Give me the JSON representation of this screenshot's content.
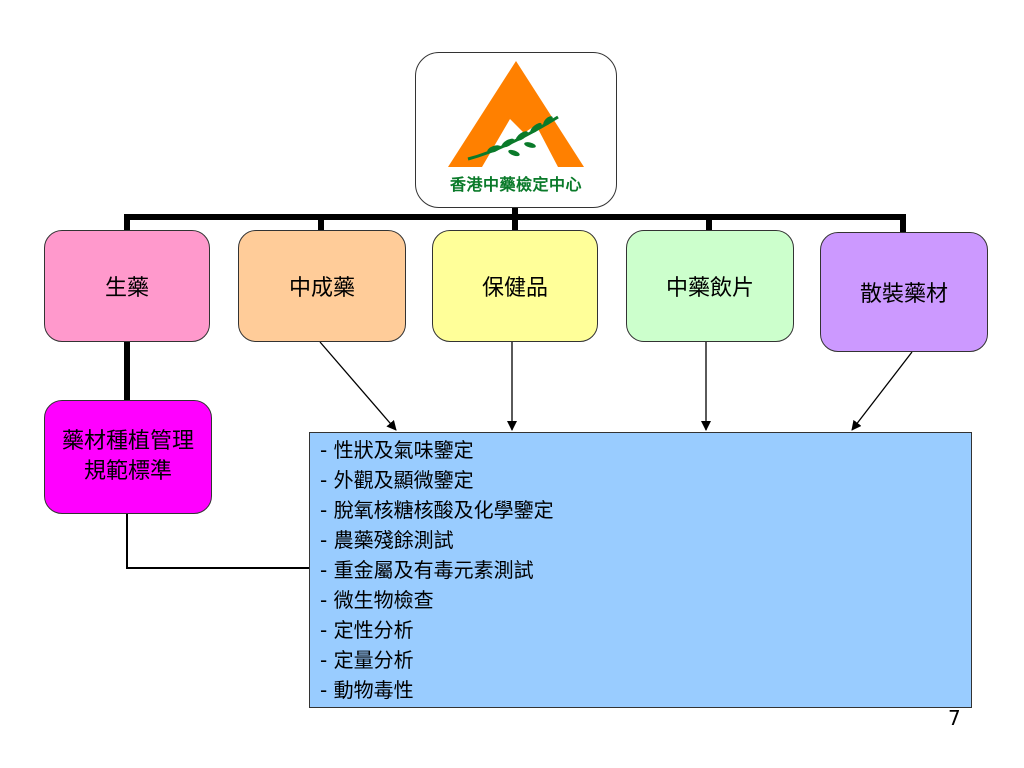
{
  "logo": {
    "text": "香港中藥檢定中心",
    "colors": {
      "triangle": "#ff8000",
      "text": "#0a7a2a"
    }
  },
  "categories": [
    {
      "label": "生藥",
      "color": "#ff99cc"
    },
    {
      "label": "中成藥",
      "color": "#ffcc99"
    },
    {
      "label": "保健品",
      "color": "#ffff99"
    },
    {
      "label": "中藥飲片",
      "color": "#ccffcc"
    },
    {
      "label": "散裝藥材",
      "color": "#cc99ff"
    }
  ],
  "standard": {
    "line1": "藥材種植管理",
    "line2": "規範標準",
    "color": "#ff00ff"
  },
  "tests": {
    "color": "#99ccff",
    "items": [
      "- 性狀及氣味鑒定",
      "- 外觀及顯微鑒定",
      "- 脫氧核糖核酸及化學鑒定",
      "- 農藥殘餘測試",
      "- 重金屬及有毒元素測試",
      "- 微生物檢查",
      "- 定性分析",
      "- 定量分析",
      "- 動物毒性"
    ]
  },
  "page_number": "7"
}
